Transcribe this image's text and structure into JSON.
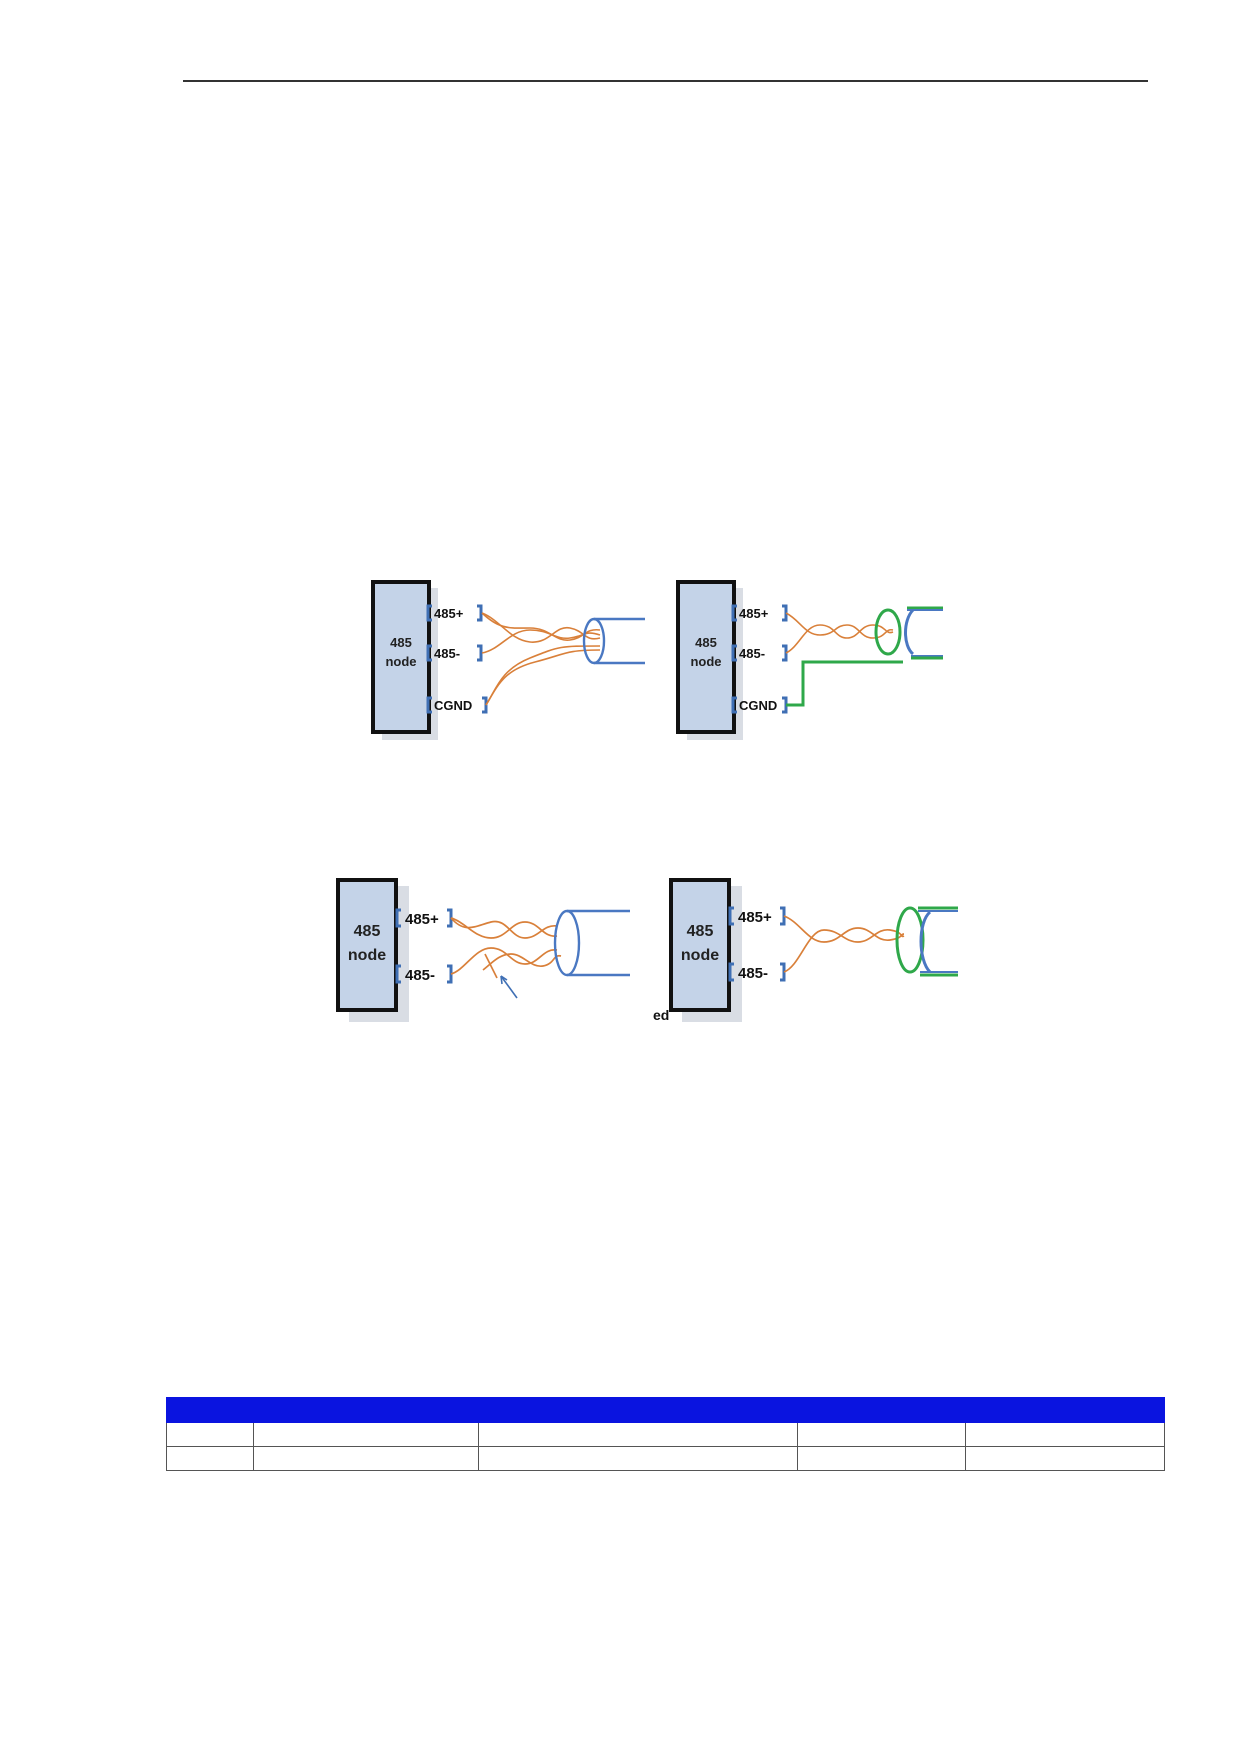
{
  "diagrams": [
    {
      "node_label_line1": "485",
      "node_label_line2": "node",
      "ports": [
        "485+",
        "485-",
        "CGND"
      ]
    },
    {
      "node_label_line1": "485",
      "node_label_line2": "node",
      "ports": [
        "485+",
        "485-",
        "CGND"
      ]
    },
    {
      "node_label_line1": "485",
      "node_label_line2": "node",
      "ports": [
        "485+",
        "485-"
      ]
    },
    {
      "node_label_line1": "485",
      "node_label_line2": "node",
      "ports": [
        "485+",
        "485-"
      ],
      "cropped_text": "ed"
    }
  ],
  "colors": {
    "node_fill": "#c4d3e8",
    "port_bracket": "#3f6fb4",
    "twisted_pair": "#d9803a",
    "cable": "#4a78c2",
    "shield": "#2fa84a",
    "table_header": "#0a14e0"
  },
  "table": {
    "columns": [
      "",
      "",
      "",
      "",
      ""
    ],
    "rows": [
      [
        "",
        "",
        "",
        "",
        ""
      ],
      [
        "",
        "",
        "",
        "",
        ""
      ]
    ]
  }
}
